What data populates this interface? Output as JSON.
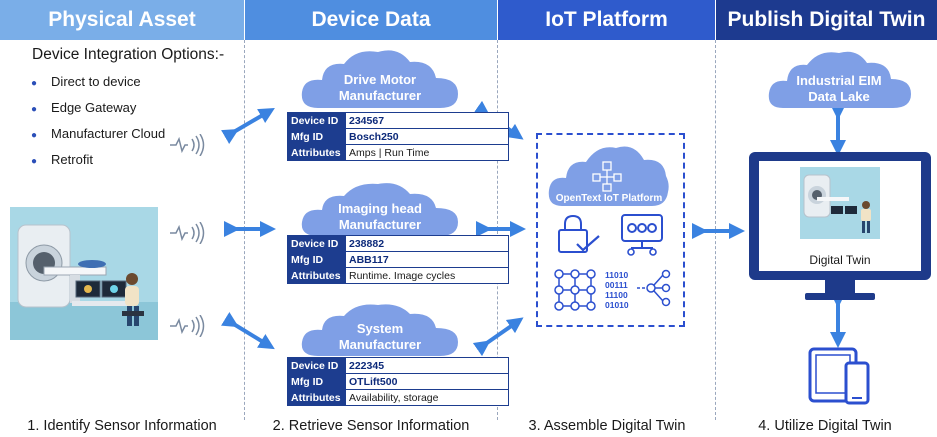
{
  "columns": [
    {
      "title": "Physical Asset",
      "color": "#7aaee8"
    },
    {
      "title": "Device Data",
      "color": "#4f8ee0"
    },
    {
      "title": "IoT Platform",
      "color": "#2f5bcc"
    },
    {
      "title": "Publish Digital Twin",
      "color": "#1d3a8f"
    }
  ],
  "integration": {
    "title": "Device Integration Options:-",
    "options": [
      "Direct to device",
      "Edge Gateway",
      "Manufacturer Cloud",
      "Retrofit"
    ]
  },
  "devices": [
    {
      "cloud_line1": "Drive Motor",
      "cloud_line2": "Manufacturer",
      "rows": [
        {
          "key": "Device ID",
          "value": "234567"
        },
        {
          "key": "Mfg ID",
          "value": "Bosch250"
        },
        {
          "key": "Attributes",
          "value": "Amps | Run Time"
        }
      ]
    },
    {
      "cloud_line1": "Imaging head",
      "cloud_line2": "Manufacturer",
      "rows": [
        {
          "key": "Device ID",
          "value": "238882"
        },
        {
          "key": "Mfg ID",
          "value": "ABB117"
        },
        {
          "key": "Attributes",
          "value": "Runtime. Image cycles"
        }
      ]
    },
    {
      "cloud_line1": "System",
      "cloud_line2": "Manufacturer",
      "rows": [
        {
          "key": "Device ID",
          "value": "222345"
        },
        {
          "key": "Mfg ID",
          "value": "OTLift500"
        },
        {
          "key": "Attributes",
          "value": "Availability, storage"
        }
      ]
    }
  ],
  "iot_platform": {
    "cloud_label": "OpenText IoT Platform",
    "binary": [
      "11010",
      "00111",
      "11100",
      "01010"
    ]
  },
  "publish": {
    "cloud_line1": "Industrial EIM",
    "cloud_line2": "Data Lake",
    "screen_label": "Digital Twin"
  },
  "captions": [
    "1. Identify Sensor Information",
    "2. Retrieve Sensor Information",
    "3. Assemble Digital Twin",
    "4. Utilize Digital Twin"
  ],
  "colors": {
    "cloud": "#7f9fe6",
    "arrow": "#3a82e0",
    "icon": "#2b4fcf",
    "table_header": "#1d3d8f"
  }
}
